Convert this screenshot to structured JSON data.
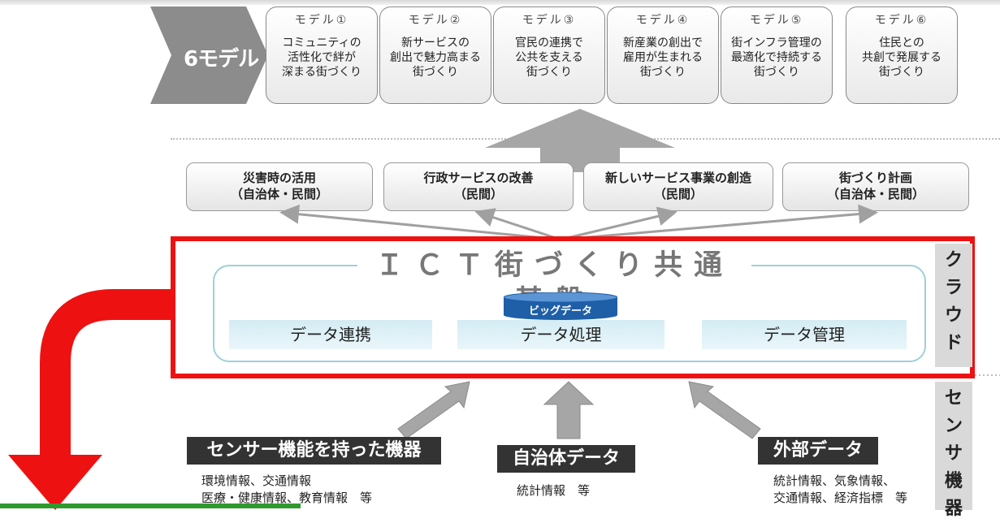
{
  "six_models": {
    "label": "6モデル",
    "models": [
      {
        "title": "モデル①",
        "desc": "コミュニティの\n活性化で絆が\n深まる街づくり"
      },
      {
        "title": "モデル②",
        "desc": "新サービスの\n創出で魅力高まる\n街づくり"
      },
      {
        "title": "モデル③",
        "desc": "官民の連携で\n公共を支える\n街づくり"
      },
      {
        "title": "モデル④",
        "desc": "新産業の創出で\n雇用が生まれる\n街づくり"
      },
      {
        "title": "モデル⑤",
        "desc": "街インフラ管理の\n最適化で持続する\n街づくり"
      },
      {
        "title": "モデル⑥",
        "desc": "住民との\n共創で発展する\n街づくり"
      }
    ]
  },
  "uses": [
    "災害時の活用\n（自治体・民間）",
    "行政サービスの改善\n（民間）",
    "新しいサービス事業の創造\n（民間）",
    "街づくり計画\n（自治体・民間）"
  ],
  "platform": {
    "title": "ＩＣＴ街づくり共通基盤",
    "big_data": "ビッグデータ",
    "functions": [
      "データ連携",
      "データ処理",
      "データ管理"
    ],
    "cloud_label": "クラウド"
  },
  "sensors": {
    "side_label": "センサ機器",
    "sources": [
      {
        "title": "センサー機能を持った機器",
        "desc": "環境情報、交通情報\n医療・健康情報、教育情報　等"
      },
      {
        "title": "自治体データ",
        "desc": "統計情報　等"
      },
      {
        "title": "外部データ",
        "desc": "統計情報、気象情報、\n交通情報、経済指標　等"
      }
    ]
  },
  "colors": {
    "highlight_red": "#ee1111",
    "arrow_grey": "#a6a6a6",
    "green_line": "#2e9a2e"
  }
}
